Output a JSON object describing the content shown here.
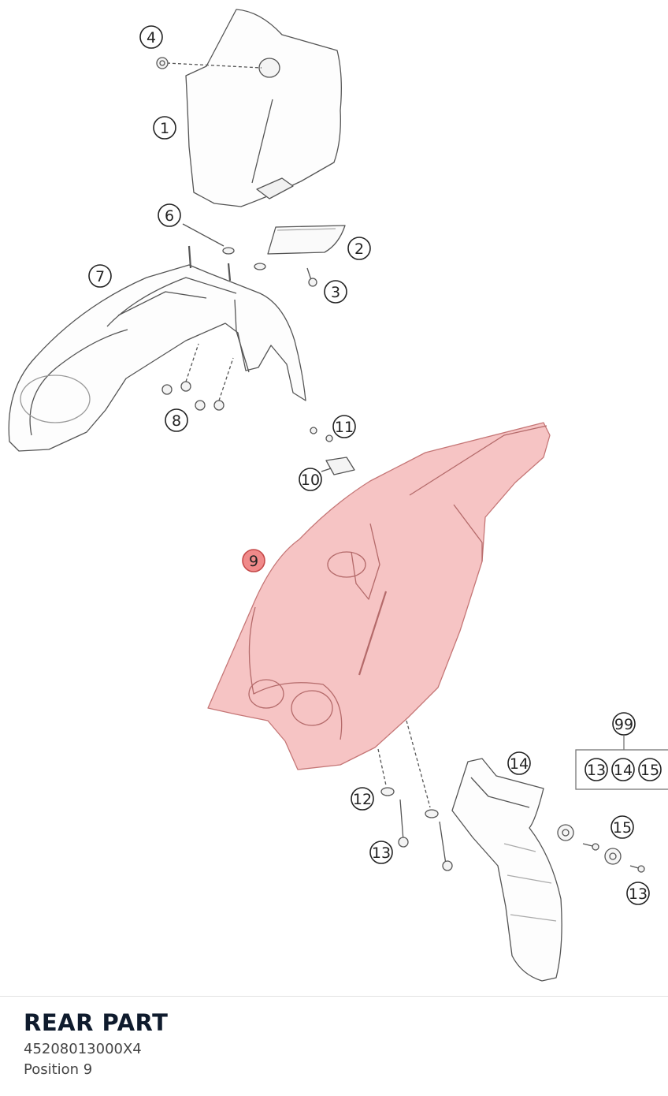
{
  "part": {
    "title": "REAR PART",
    "number": "45208013000X4",
    "position": "Position 9"
  },
  "callouts": {
    "c1": "1",
    "c2": "2",
    "c3": "3",
    "c4": "4",
    "c6": "6",
    "c7": "7",
    "c8": "8",
    "c9": "9",
    "c10": "10",
    "c11": "11",
    "c12": "12",
    "c13a": "13",
    "c13b": "13",
    "c14": "14",
    "c15": "15",
    "c99": "99",
    "kit": [
      "13",
      "14",
      "15"
    ]
  },
  "highlight": {
    "item": "9",
    "color": "#f0a0a0"
  }
}
